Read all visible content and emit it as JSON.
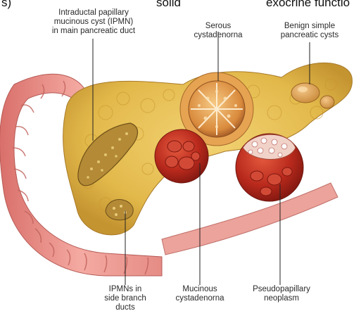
{
  "header_fragments": [
    "s)",
    "solid",
    "exocrine functio"
  ],
  "labels": {
    "ipmn_main": [
      "Intraductal papillary",
      "mucinous cyst (IPMN)",
      "in main pancreatic duct"
    ],
    "serous": [
      "Serous",
      "cystadenorna"
    ],
    "benign": [
      "Benign simple",
      "pancreatic cysts"
    ],
    "ipmn_side": [
      "IPMNs in",
      "side branch",
      "ducts"
    ],
    "mucinous": [
      "Mucinous",
      "cystadenorna"
    ],
    "pseudopapillary": [
      "Pseudopapillary",
      "neoplasm"
    ]
  },
  "colors": {
    "pancreas": "#e2b84a",
    "duodenum": "#e89089",
    "mucinous_cyst": "#b8291c",
    "serous_cyst": "#d98a3c",
    "leader_line": "#222222"
  }
}
